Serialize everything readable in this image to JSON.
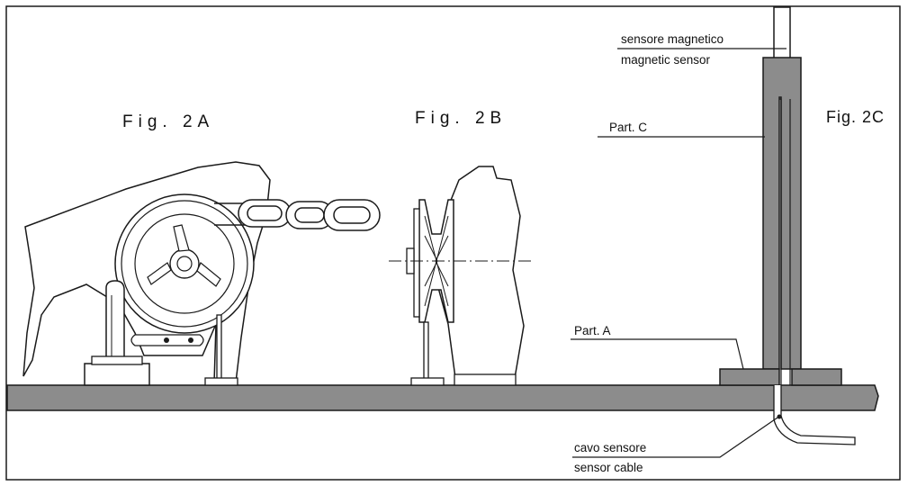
{
  "figures": {
    "fig_2a": "Fig. 2A",
    "fig_2b": "Fig. 2B",
    "fig_2c": "Fig. 2C"
  },
  "callouts": {
    "sensore_magnetico": "sensore magnetico",
    "magnetic_sensor": "magnetic sensor",
    "part_c": "Part. C",
    "part_a": "Part. A",
    "cavo_sensore": "cavo sensore",
    "sensor_cable": "sensor cable"
  },
  "colors": {
    "line": "#1a1a1a",
    "fill_gray": "#8c8c8c",
    "background": "#ffffff"
  }
}
